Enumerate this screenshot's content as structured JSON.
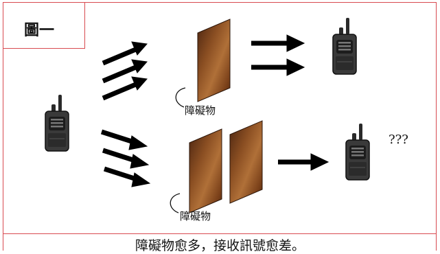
{
  "title": "圖一",
  "obstacle_label_top": "障礙物",
  "obstacle_label_bottom": "障礙物",
  "unknown_signal": "???",
  "caption": "障礙物愈多，接收訊號愈差。",
  "colors": {
    "border": "#d8494f",
    "obstacle_dark": "#5a2e12",
    "obstacle_light": "#a8692f",
    "arrow": "#000000",
    "radio_body": "#3a3a3a"
  },
  "icons": [
    "walkie-talkie-icon",
    "arrow-icon",
    "wooden-panel-icon",
    "curved-pointer-icon"
  ]
}
